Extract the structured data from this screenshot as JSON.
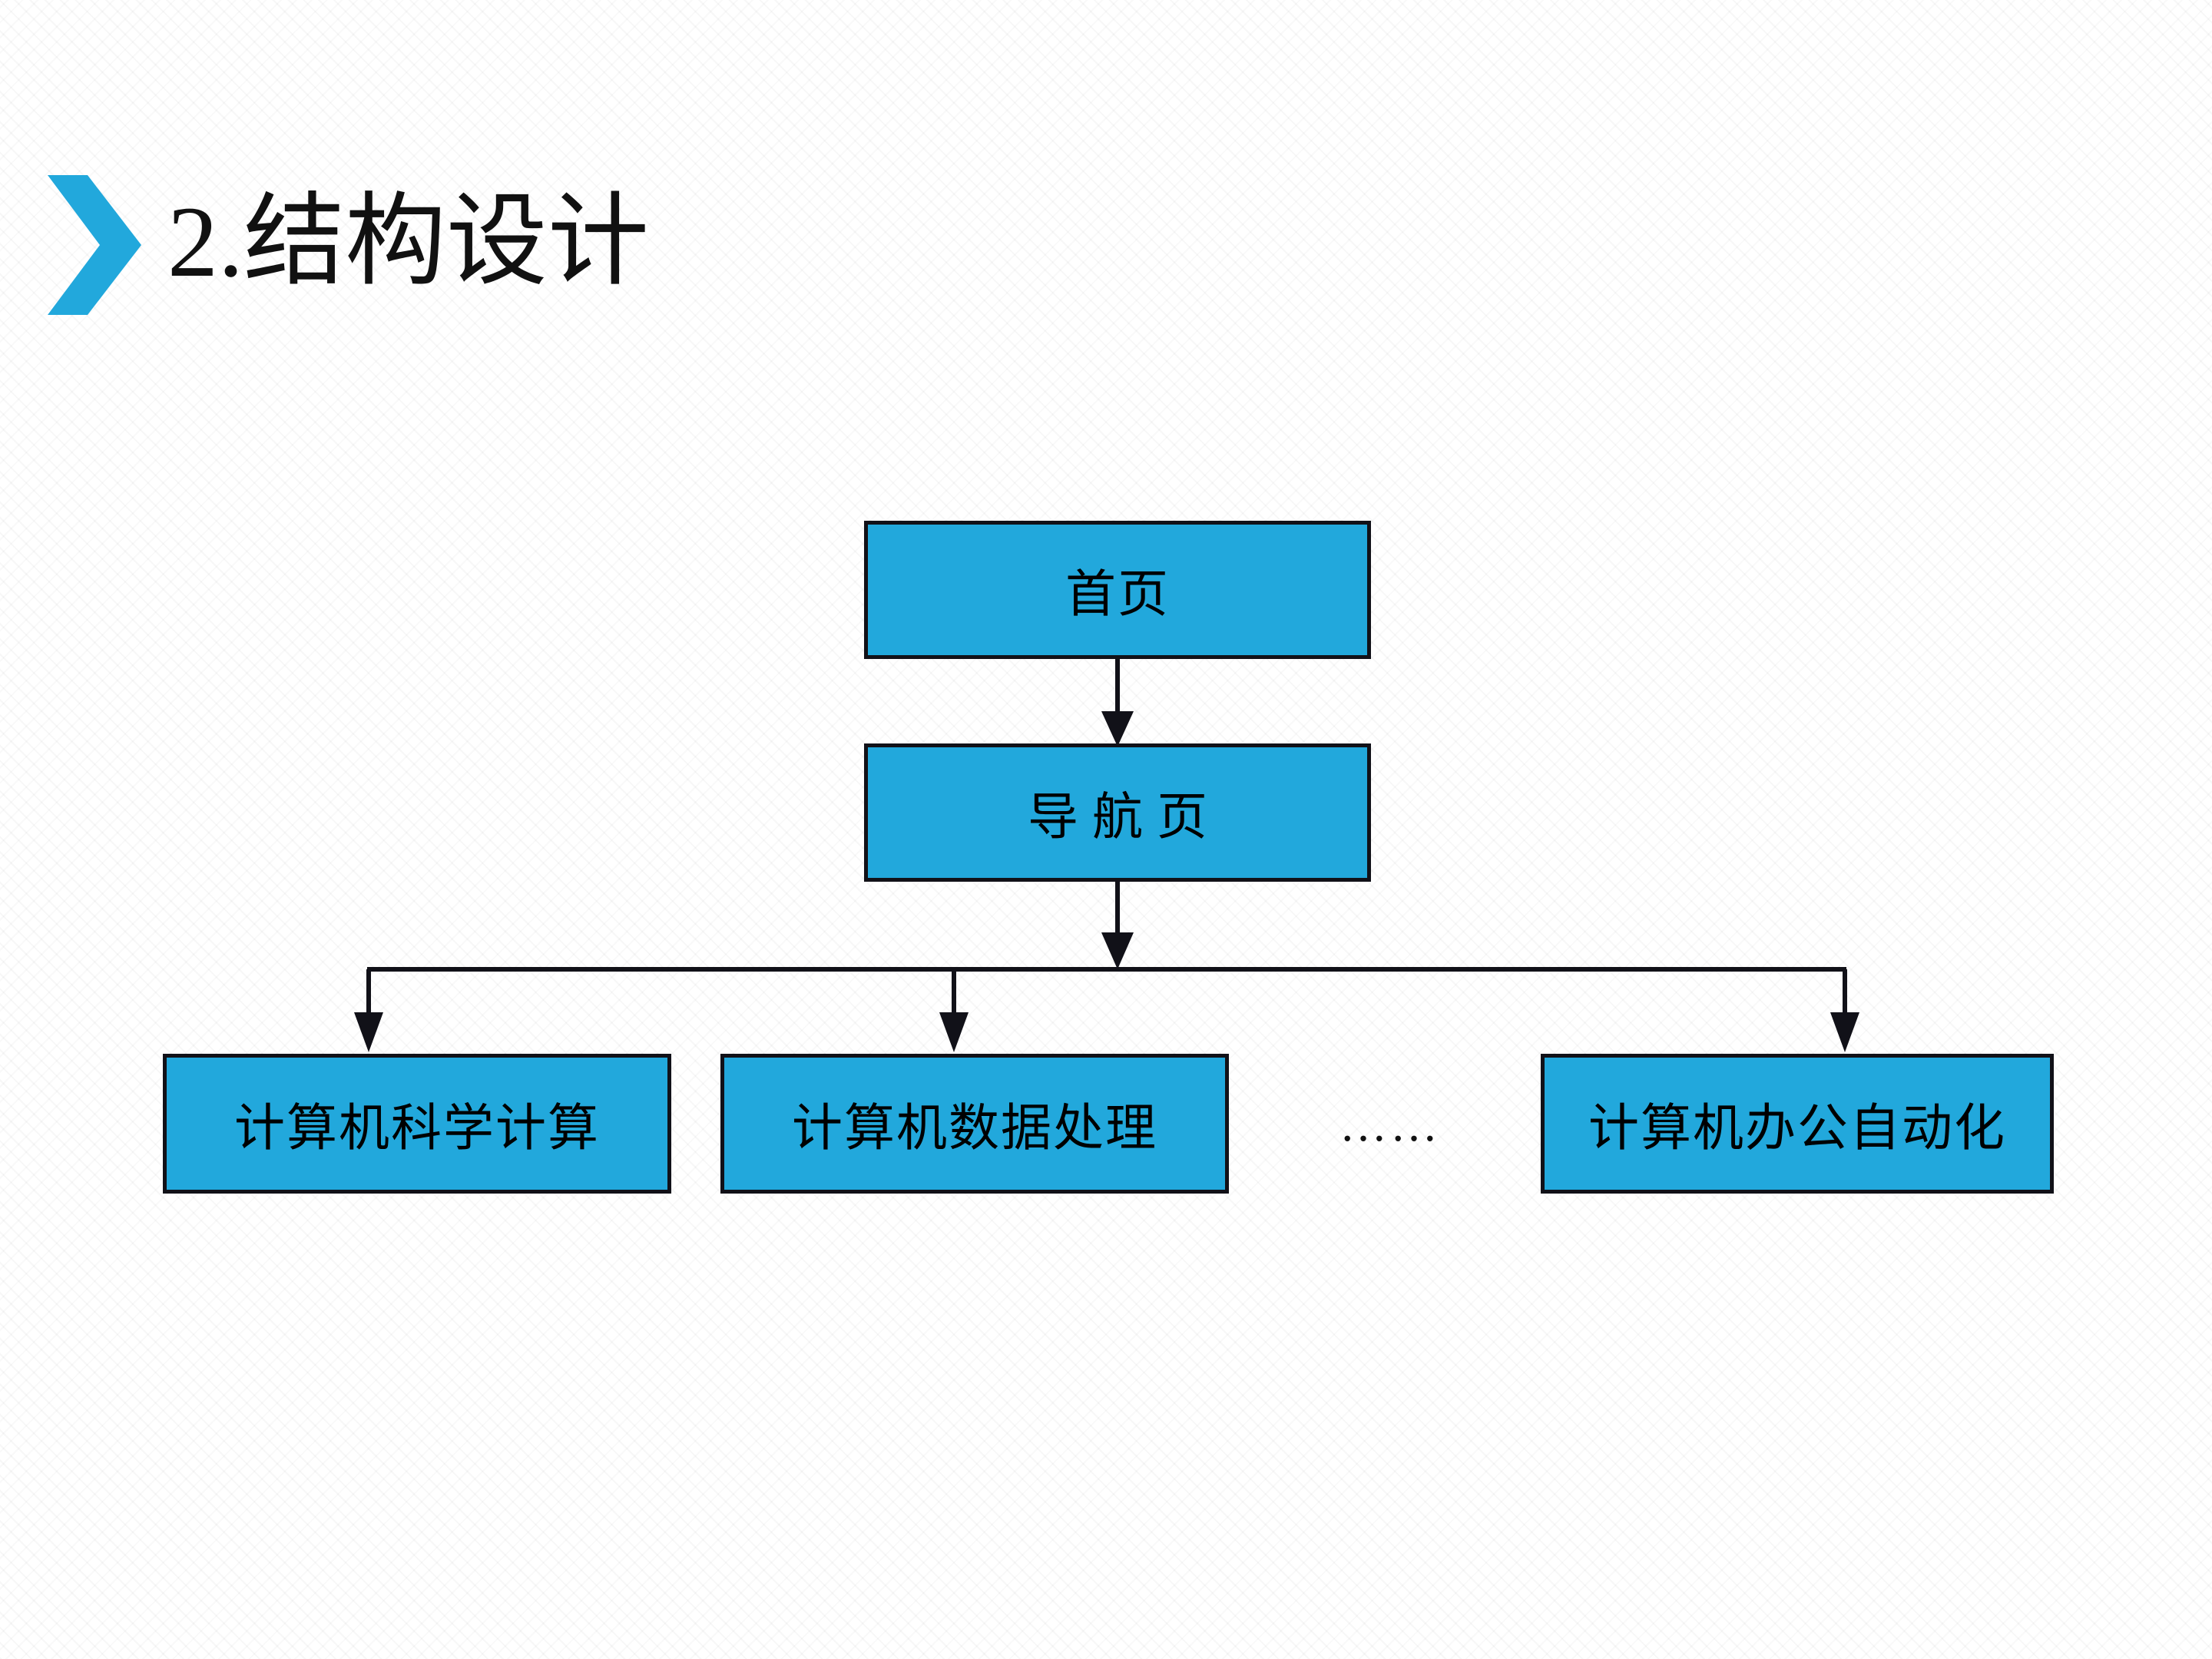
{
  "slide": {
    "title": "2.结构设计",
    "title_marker_icon": "chevron-right-icon",
    "accent_color": "#22a8dc",
    "border_color": "#111118",
    "text_color": "#111111",
    "background_color": "#ffffff"
  },
  "diagram": {
    "type": "tree",
    "ellipsis": "……",
    "nodes": {
      "root": {
        "label": "首页"
      },
      "nav": {
        "label": "导航页"
      },
      "leaves": [
        {
          "label": "计算机科学计算"
        },
        {
          "label": "计算机数据处理"
        },
        {
          "label": "计算机办公自动化"
        }
      ]
    },
    "edges": [
      {
        "from": "首页",
        "to": "导航页",
        "style": "arrow-down"
      },
      {
        "from": "导航页",
        "to": "计算机科学计算",
        "style": "elbow-arrow-down"
      },
      {
        "from": "导航页",
        "to": "计算机数据处理",
        "style": "elbow-arrow-down"
      },
      {
        "from": "导航页",
        "to": "计算机办公自动化",
        "style": "elbow-arrow-down"
      }
    ]
  }
}
